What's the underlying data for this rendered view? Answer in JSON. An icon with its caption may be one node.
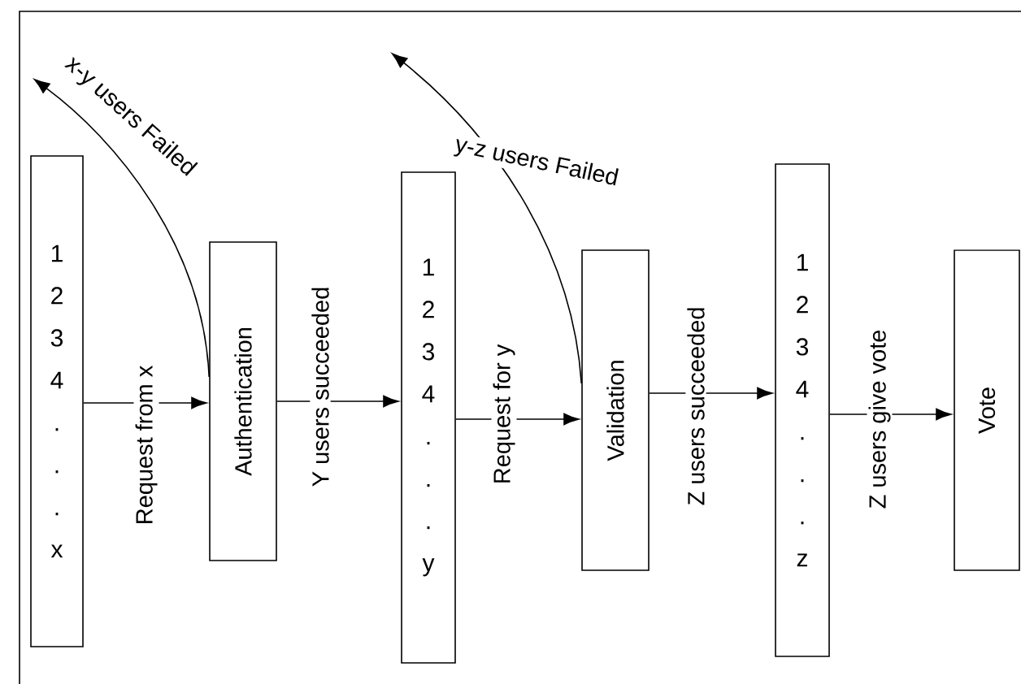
{
  "diagram": {
    "nodes": [
      {
        "text": [
          "1",
          "2",
          "3",
          "4",
          ".",
          ".",
          ".",
          "x"
        ]
      },
      {
        "text": [
          "Authentication"
        ]
      },
      {
        "text": [
          "1",
          "2",
          "3",
          "4",
          ".",
          ".",
          ".",
          "y"
        ]
      },
      {
        "text": [
          "Validation"
        ]
      },
      {
        "text": [
          "1",
          "2",
          "3",
          "4",
          ".",
          ".",
          ".",
          "z"
        ]
      },
      {
        "text": [
          "Vote"
        ]
      }
    ],
    "edges": [
      {
        "from": 1,
        "to": null,
        "arrow": "to",
        "label": "x-y users Failed"
      },
      {
        "from": 0,
        "to": 1,
        "arrow": "to",
        "label": "Request from x"
      },
      {
        "from": 1,
        "to": 2,
        "arrow": "to",
        "label": "Y users succeeded"
      },
      {
        "from": 3,
        "to": null,
        "arrow": "to",
        "label": "y-z users Failed"
      },
      {
        "from": 2,
        "to": 3,
        "arrow": "to",
        "label": "Request for y"
      },
      {
        "from": 3,
        "to": 4,
        "arrow": "to",
        "label": "Z users succeeded"
      },
      {
        "from": 4,
        "to": 5,
        "arrow": "to",
        "label": "Z users give vote"
      }
    ]
  }
}
